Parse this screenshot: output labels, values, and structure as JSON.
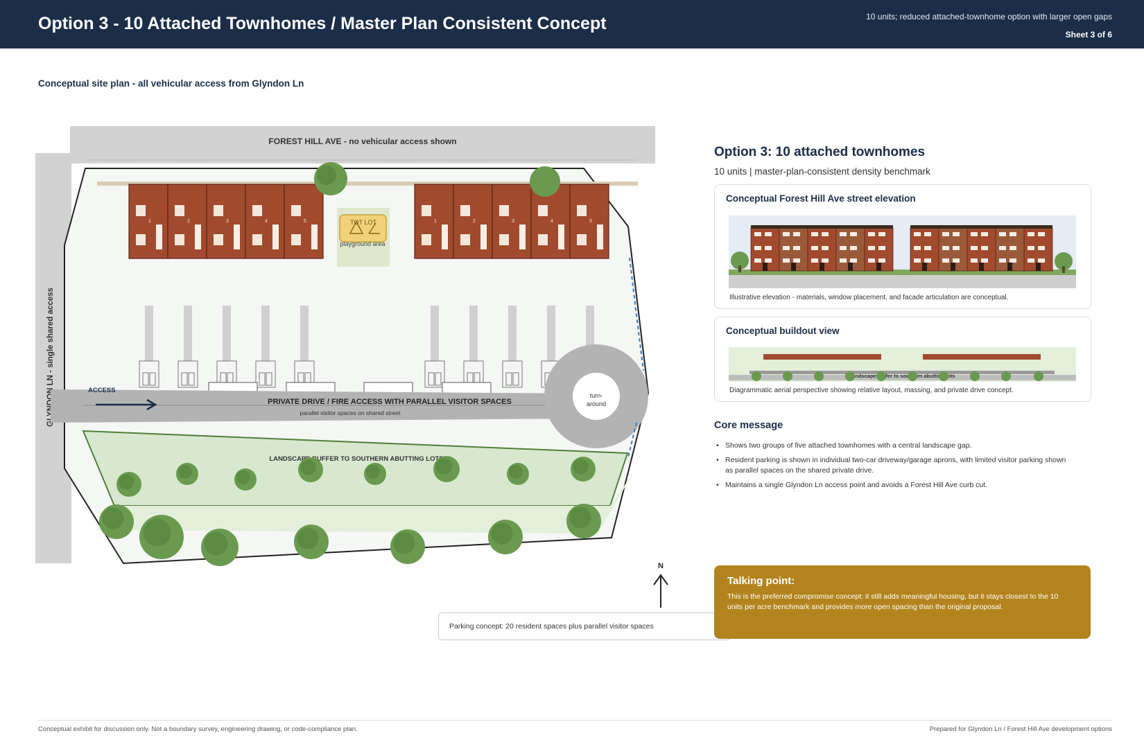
{
  "header": {
    "title": "Option 3 - 10 Attached Townhomes / Master Plan Consistent Concept",
    "subtitle": "10 units; reduced attached-townhome option with larger open gaps",
    "sheet": "Sheet 3 of 6"
  },
  "site_plan": {
    "caption": "Conceptual site plan - all vehicular access from Glyndon Ln",
    "forest_hill_label": "FOREST HILL AVE - no vehicular access shown",
    "glyndon_label": "GLYNDON LN - single shared access",
    "access_label": "ACCESS",
    "tot_lot_label": "TOT LOT",
    "playground_label": "playground area",
    "drive_label": "PRIVATE DRIVE / FIRE ACCESS WITH PARALLEL VISITOR SPACES",
    "visitor_label": "parallel visitor spaces on shared street",
    "turnaround_line1": "turn-",
    "turnaround_line2": "around",
    "buffer_label": "LANDSCAPE BUFFER TO SOUTHERN ABUTTING LOTS",
    "north_label": "N",
    "west_units": [
      "1",
      "2",
      "3",
      "4",
      "5"
    ],
    "east_units": [
      "1",
      "2",
      "3",
      "4",
      "5"
    ]
  },
  "panel": {
    "title": "Option 3: 10 attached townhomes",
    "subtitle": "10 units | master-plan-consistent density benchmark",
    "elevation": {
      "title": "Conceptual Forest Hill Ave street elevation",
      "caption": "Illustrative elevation - materials, window placement, and facade articulation are conceptual."
    },
    "buildout": {
      "title": "Conceptual buildout view",
      "inner_label": "Landscape buffer to southern abutting lots",
      "caption": "Diagrammatic aerial perspective showing relative layout, massing, and private drive concept."
    },
    "core_heading": "Core message",
    "core_points": [
      "Shows two groups of five attached townhomes with a central landscape gap.",
      "Resident parking is shown in individual two-car driveway/garage aprons, with limited visitor parking shown as parallel spaces on the shared private drive.",
      "Maintains a single Glyndon Ln access point and avoids a Forest Hill Ave curb cut."
    ]
  },
  "talking_point": {
    "heading": "Talking point:",
    "body": "This is the preferred compromise concept: it still adds meaningful housing, but it stays closest to the 10 units per acre benchmark and provides more open spacing than the original proposal."
  },
  "parking_note": "Parking concept: 20 resident spaces plus parallel visitor spaces",
  "footer": {
    "left": "Conceptual exhibit for discussion only. Not a boundary survey, engineering drawing, or code-compliance plan.",
    "right": "Prepared for Glyndon Ln / Forest Hill Ave development options"
  },
  "colors": {
    "header_bg": "#1b2d47",
    "townhome_brick": "#a24a2e",
    "tree_green": "#6a9a4f",
    "buffer_green": "#d8e8cf",
    "road_gray": "#d2d2d2",
    "drive_gray": "#b3b3b3",
    "talking_point_bg": "#b3841e"
  }
}
